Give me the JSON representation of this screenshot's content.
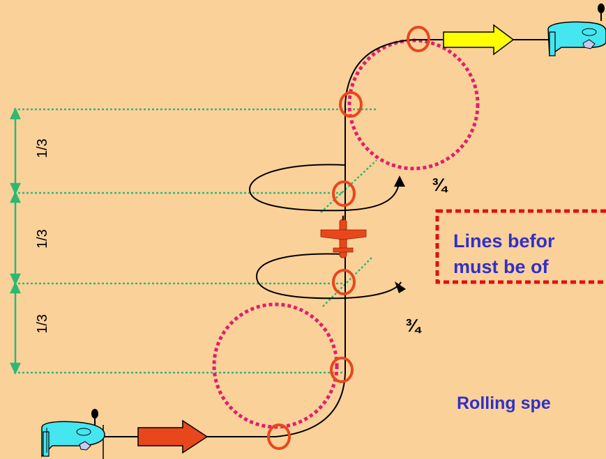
{
  "colors": {
    "background": "#FBD19A",
    "segment_markers": "#2EB872",
    "loop_circles": "#E0206A",
    "checkpoint_circles": "#E8471C",
    "entry_arrow": "#E8471C",
    "exit_arrow": "#FFFF00",
    "note_border": "#E01010",
    "note_text": "#3030C8",
    "aircraft": "#E8471C",
    "pilot_figure": "#44E6F0"
  },
  "segments": [
    {
      "label": "1/3"
    },
    {
      "label": "1/3"
    },
    {
      "label": "1/3"
    }
  ],
  "roll_labels": {
    "upper": "¾",
    "lower": "¾"
  },
  "note": {
    "line1": "Lines befor",
    "line2": "must be of"
  },
  "footer_text": "Rolling spe",
  "icons": {
    "entry_arrow": "block-arrow-right-icon",
    "exit_arrow": "block-arrow-right-icon",
    "aircraft": "airplane-icon",
    "pilot": "pilot-figure-icon"
  }
}
